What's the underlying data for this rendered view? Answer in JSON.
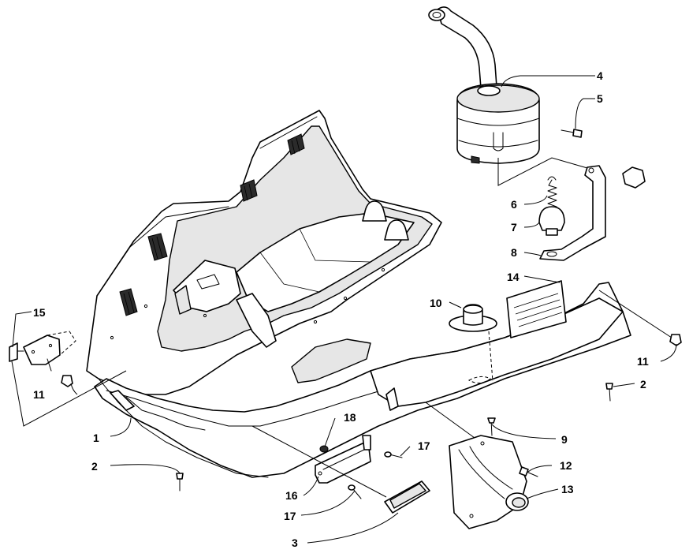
{
  "callouts": [
    {
      "id": "c1",
      "label": "1"
    },
    {
      "id": "c2a",
      "label": "2"
    },
    {
      "id": "c2b",
      "label": "2"
    },
    {
      "id": "c3",
      "label": "3"
    },
    {
      "id": "c4",
      "label": "4"
    },
    {
      "id": "c5",
      "label": "5"
    },
    {
      "id": "c6",
      "label": "6"
    },
    {
      "id": "c7",
      "label": "7"
    },
    {
      "id": "c8",
      "label": "8"
    },
    {
      "id": "c9",
      "label": "9"
    },
    {
      "id": "c10",
      "label": "10"
    },
    {
      "id": "c11a",
      "label": "11"
    },
    {
      "id": "c11b",
      "label": "11"
    },
    {
      "id": "c12",
      "label": "12"
    },
    {
      "id": "c13",
      "label": "13"
    },
    {
      "id": "c14",
      "label": "14"
    },
    {
      "id": "c15",
      "label": "15"
    },
    {
      "id": "c16",
      "label": "16"
    },
    {
      "id": "c17a",
      "label": "17"
    },
    {
      "id": "c17b",
      "label": "17"
    },
    {
      "id": "c18",
      "label": "18"
    }
  ],
  "colors": {
    "line": "#000000",
    "background": "#ffffff",
    "shade": "#e6e6e6"
  }
}
